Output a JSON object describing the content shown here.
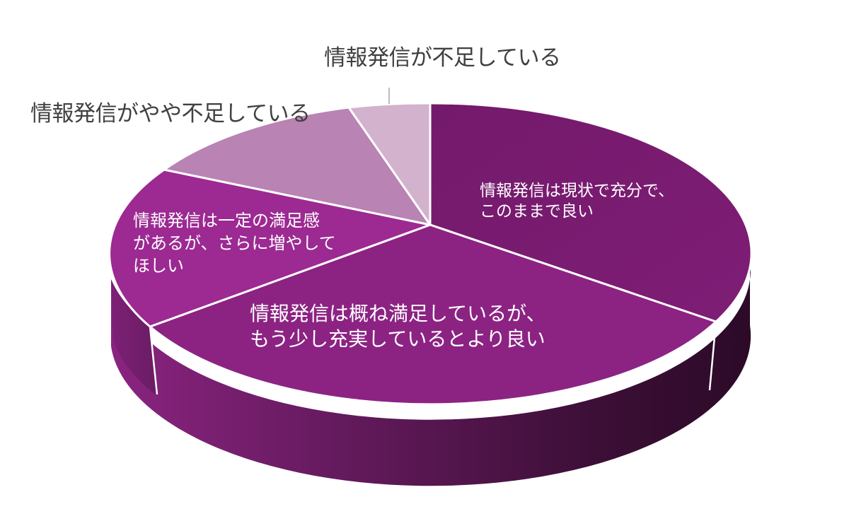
{
  "chart_data": {
    "type": "pie",
    "style": "3d",
    "title": "",
    "categories": [
      "情報発信は現状で充分で、このままで良い",
      "情報発信は概ね満足しているが、もう少し充実しているとより良い",
      "情報発信は一定の満足感があるが、さらに増やしてほしい",
      "情報発信がやや不足している",
      "情報発信が不足している"
    ],
    "values": [
      34,
      34,
      15,
      12,
      5
    ],
    "value_note": "Estimated slice shares (%) from wedge angles; no numeric labels shown",
    "colors": [
      "#7b1a72",
      "#8c2383",
      "#9c2a92",
      "#b983b3",
      "#d3b2cd"
    ],
    "legend": "none (category labels placed on/near slices)"
  },
  "labels": {
    "slice1_line1": "情報発信は現状で充分で、",
    "slice1_line2": "このままで良い",
    "slice2_line1": "情報発信は概ね満足しているが、",
    "slice2_line2": "もう少し充実しているとより良い",
    "slice3_line1": "情報発信は一定の満足感",
    "slice3_line2": "があるが、さらに増やして",
    "slice3_line3": "ほしい",
    "slice4": "情報発信がやや不足している",
    "slice5": "情報発信が不足している"
  }
}
